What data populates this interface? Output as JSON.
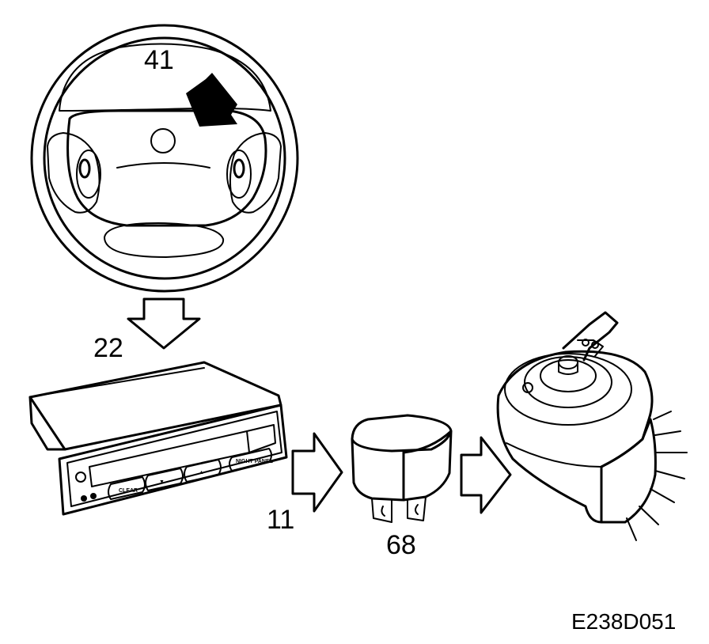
{
  "labels": {
    "steering_wheel": "41",
    "info_display": "22",
    "signal_wire": "11",
    "relay": "68"
  },
  "display_buttons": {
    "clear": "CLEAR",
    "down": "▼",
    "up": "▲",
    "mode": "NIGHT PANEL"
  },
  "figure_code": "E238D051",
  "icons": [
    "steering-wheel-icon",
    "arrow-icon",
    "relay-icon",
    "horn-icon"
  ]
}
